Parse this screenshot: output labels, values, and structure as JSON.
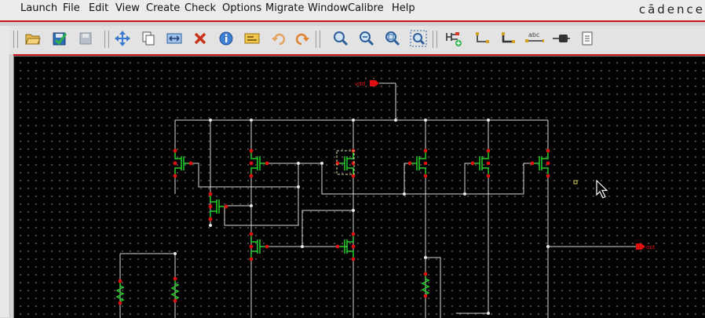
{
  "menu": {
    "items": [
      "Launch",
      "File",
      "Edit",
      "View",
      "Create",
      "Check",
      "Options",
      "Migrate",
      "Window",
      "Calibre",
      "Help"
    ],
    "brand": "cādence"
  },
  "toolbar": {
    "buttons": [
      "open-folder-icon",
      "check-save-icon",
      "save-icon",
      "move-icon",
      "copy-icon",
      "stretch-icon",
      "delete-icon",
      "properties-icon",
      "label-icon",
      "undo-icon",
      "redo-icon",
      "zoom-fit-icon",
      "zoom-in-icon",
      "zoom-out-icon",
      "zoom-box-icon",
      "add-instance-icon",
      "wire-icon",
      "wide-wire-icon",
      "wire-name-icon",
      "pin-icon",
      "descend-icon"
    ],
    "wire_name_text": "abc"
  },
  "schematic": {
    "pin_vdd": "vdd",
    "pin_out": "out"
  },
  "colors": {
    "wire": "#d9d9d9",
    "device": "#22d02a",
    "pin": "#e01010",
    "brand_red": "#c6151b"
  }
}
